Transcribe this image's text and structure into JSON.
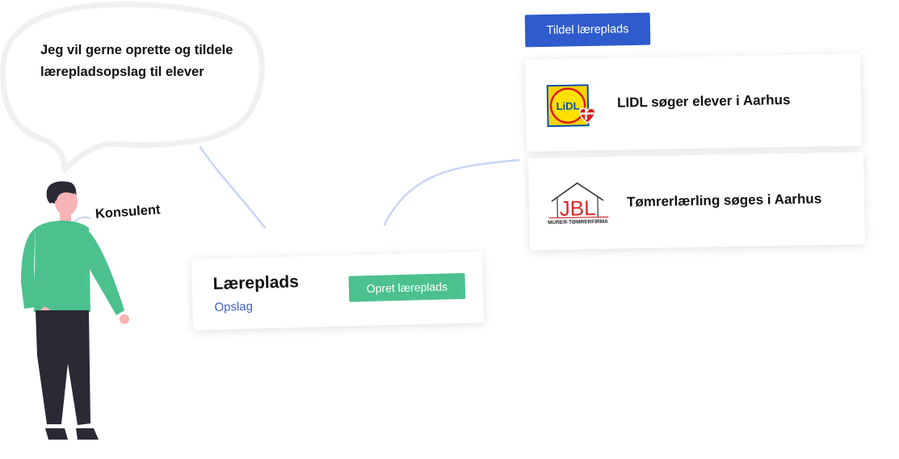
{
  "bubble": {
    "text": "Jeg vil gerne oprette og tildele lærepladsopslag til elever"
  },
  "person": {
    "role": "Konsulent"
  },
  "main_card": {
    "title": "Læreplads",
    "subtitle": "Opslag",
    "create_button": "Opret læreplads"
  },
  "assign_button": "Tildel læreplads",
  "offers": [
    {
      "title": "LIDL søger elever i Aarhus",
      "logo_icon": "lidl-logo"
    },
    {
      "title": "Tømrerlærling søges i Aarhus",
      "logo_icon": "jbl-logo"
    }
  ],
  "logos": {
    "lidl_text": "LiDL",
    "jbl_text": "JBL",
    "jbl_subtext": "MURER-TØMRERFIRMA"
  },
  "colors": {
    "primary_blue": "#2f5bcc",
    "green": "#4cc18e",
    "link_blue": "#3c62c9",
    "connector": "#c9d4f5"
  }
}
